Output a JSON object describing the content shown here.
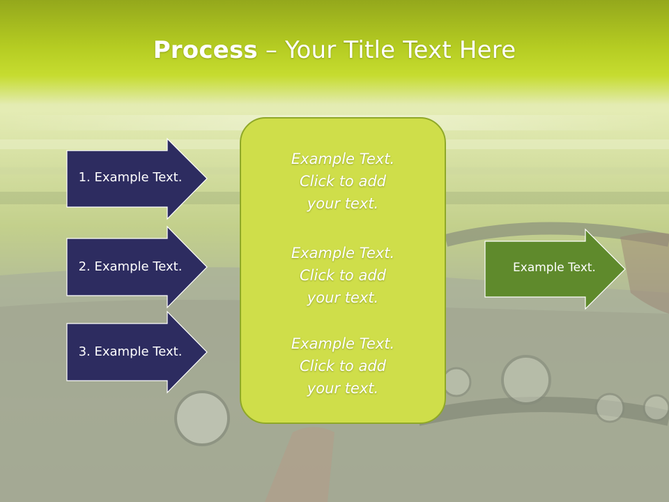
{
  "title": {
    "bold": "Process",
    "rest": " – Your Title Text Here"
  },
  "left_steps": [
    {
      "label": "1. Example Text."
    },
    {
      "label": "2. Example Text."
    },
    {
      "label": "3. Example Text."
    }
  ],
  "center_box": {
    "blocks": [
      {
        "line1": "Example Text.",
        "line2": "Click  to add",
        "line3": "your text."
      },
      {
        "line1": "Example Text.",
        "line2": "Click  to add",
        "line3": "your text."
      },
      {
        "line1": "Example Text.",
        "line2": "Click  to add",
        "line3": "your text."
      }
    ]
  },
  "result": {
    "label": "Example Text."
  },
  "colors": {
    "title_band": "#b5cc22",
    "left_arrow_fill": "#2d2c60",
    "center_box_fill": "#cfde4a",
    "center_box_border": "#8fa828",
    "result_arrow_fill": "#5f8a2c",
    "text": "#ffffff"
  },
  "icons": {
    "background": "car-dashboard-photo"
  }
}
